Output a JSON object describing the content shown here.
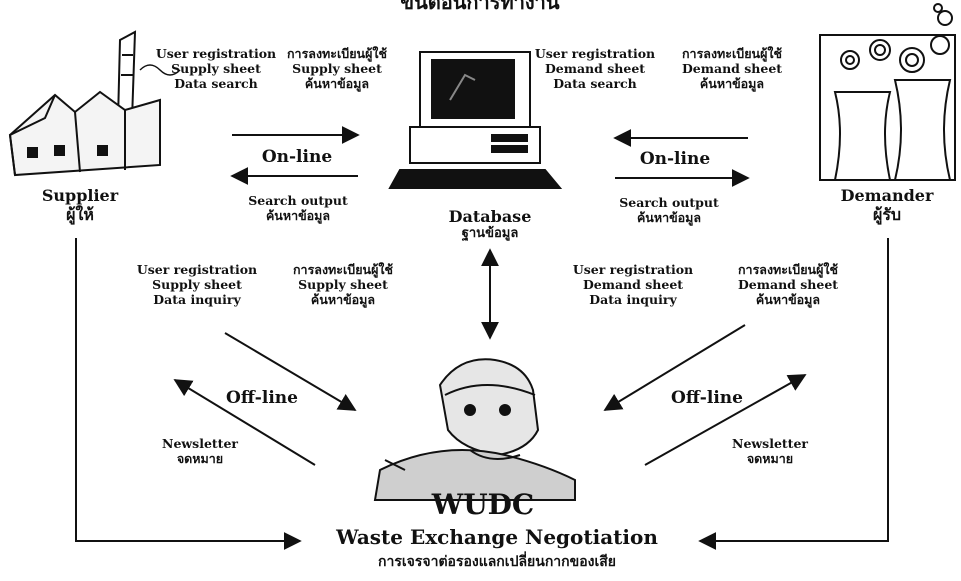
{
  "title": "ขั้นตอนการทำงาน",
  "supplier": {
    "label_en": "Supplier",
    "label_th": "ผู้ให้",
    "online_send_en": [
      "User registration",
      "Supply sheet",
      "Data search"
    ],
    "online_send_th": [
      "การลงทะเบียนผู้ใช้",
      "Supply sheet",
      "ค้นหาข้อมูล"
    ],
    "online_return": [
      "Search output",
      "ค้นหาข้อมูล"
    ],
    "offline_send_en": [
      "User registration",
      "Supply sheet",
      "Data inquiry"
    ],
    "offline_send_th": [
      "การลงทะเบียนผู้ใช้",
      "Supply sheet",
      "ค้นหาข้อมูล"
    ],
    "offline_return": [
      "Newsletter",
      "จดหมาย"
    ]
  },
  "demander": {
    "label_en": "Demander",
    "label_th": "ผู้รับ",
    "online_send_en": [
      "User registration",
      "Demand sheet",
      "Data search"
    ],
    "online_send_th": [
      "การลงทะเบียนผู้ใช้",
      "Demand sheet",
      "ค้นหาข้อมูล"
    ],
    "online_return": [
      "Search output",
      "ค้นหาข้อมูล"
    ],
    "offline_send_en": [
      "User registration",
      "Demand sheet",
      "Data inquiry"
    ],
    "offline_send_th": [
      "การลงทะเบียนผู้ใช้",
      "Demand sheet",
      "ค้นหาข้อมูล"
    ],
    "offline_return": [
      "Newsletter",
      "จดหมาย"
    ]
  },
  "database": {
    "label_en": "Database",
    "label_th": "ฐานข้อมูล"
  },
  "online_label": "On-line",
  "offline_label": "Off-line",
  "wudc": {
    "label": "WUDC",
    "negotiation_en": "Waste Exchange Negotiation",
    "negotiation_th": "การเจรจาต่อรองแลกเปลี่ยนกากของเสีย"
  },
  "icons": [
    "factory-icon",
    "computer-icon",
    "cooling-tower-icon",
    "worker-icon"
  ]
}
